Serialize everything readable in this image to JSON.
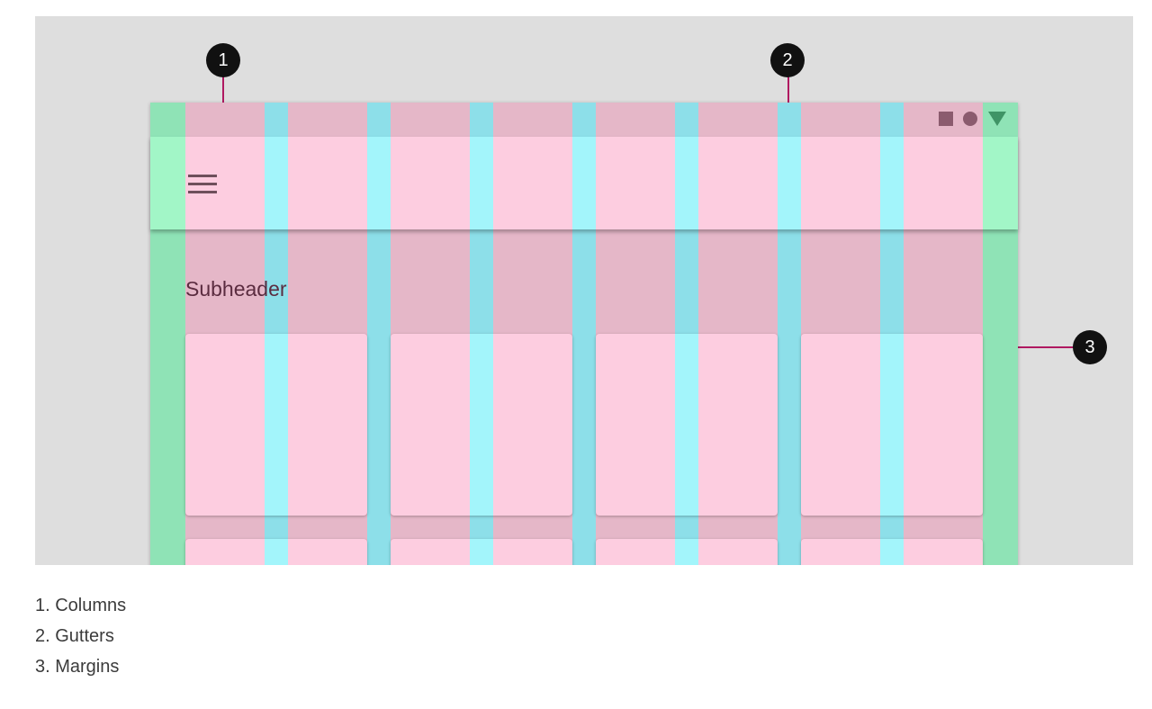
{
  "colors": {
    "figure_background": "#dedede",
    "margin_green": "#8fe3b6",
    "column_pink": "#fdcde0",
    "gutter_cyan": "#a3f5fb",
    "callout_line": "#b01961",
    "callout_badge": "#111111"
  },
  "icons": {
    "status_bar": [
      "square-icon",
      "circle-icon",
      "triangle-icon"
    ],
    "app_bar": "menu-icon"
  },
  "screen": {
    "subheader": "Subheader"
  },
  "callouts": [
    {
      "number": "1",
      "label": "1. Columns"
    },
    {
      "number": "2",
      "label": "2. Gutters"
    },
    {
      "number": "3",
      "label": "3. Margins"
    }
  ]
}
